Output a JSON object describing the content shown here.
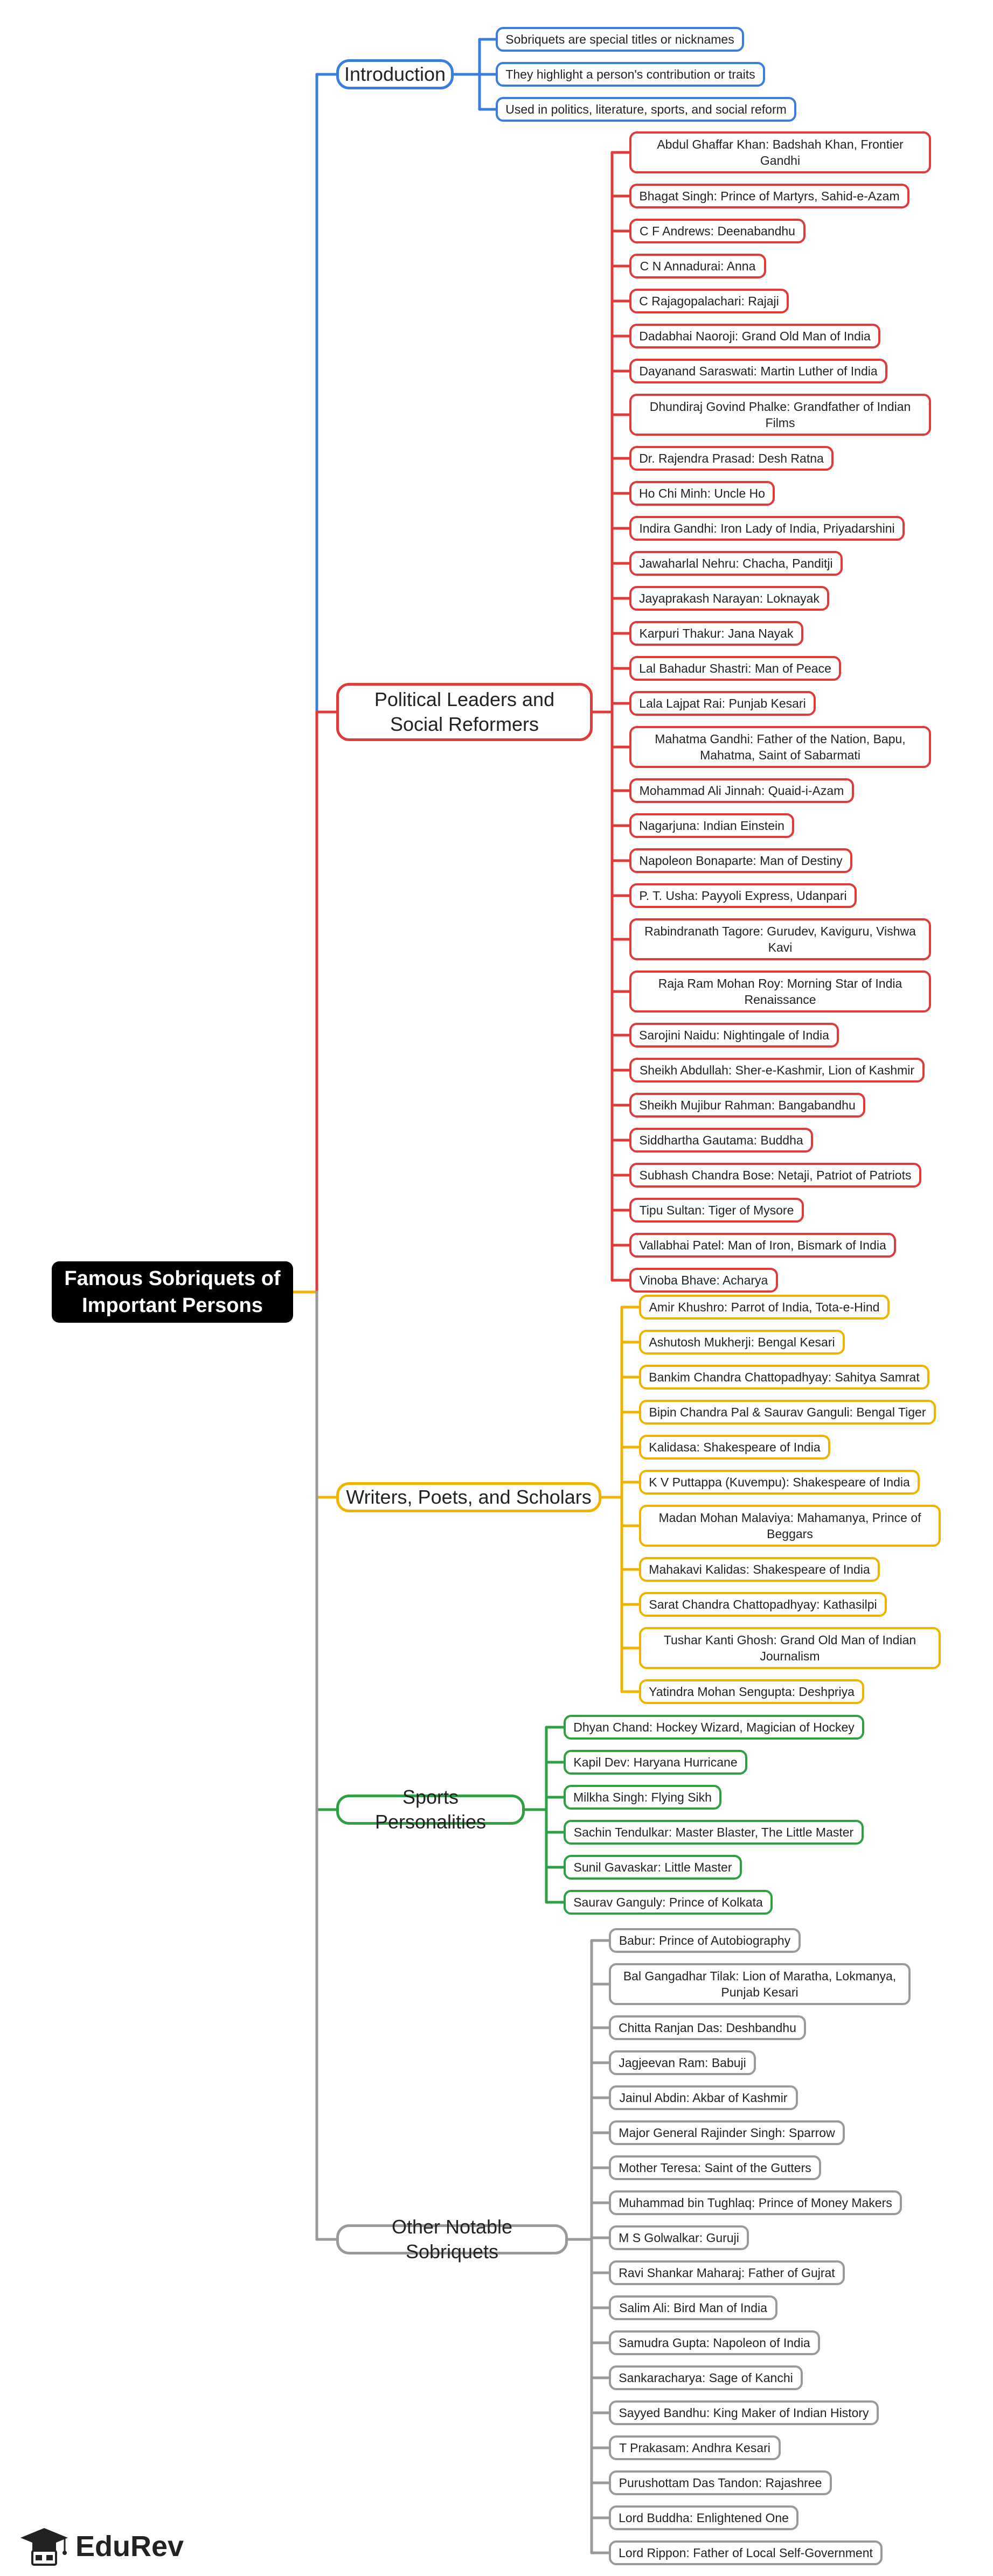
{
  "root": "Famous Sobriquets of Important Persons",
  "branches": [
    {
      "label": "Introduction",
      "color": "#3b7ddd",
      "items": [
        "Sobriquets are special titles or nicknames",
        "They highlight a person's contribution or traits",
        "Used in politics, literature, sports, and social reform"
      ]
    },
    {
      "label": "Political Leaders and Social Reformers",
      "color": "#e03a3a",
      "items": [
        "Abdul Ghaffar Khan: Badshah Khan, Frontier Gandhi",
        "Bhagat Singh: Prince of Martyrs, Sahid-e-Azam",
        "C F Andrews: Deenabandhu",
        "C N Annadurai: Anna",
        "C Rajagopalachari: Rajaji",
        "Dadabhai Naoroji: Grand Old Man of India",
        "Dayanand Saraswati: Martin Luther of India",
        "Dhundiraj Govind Phalke: Grandfather of Indian Films",
        "Dr. Rajendra Prasad: Desh Ratna",
        "Ho Chi Minh: Uncle Ho",
        "Indira Gandhi: Iron Lady of India, Priyadarshini",
        "Jawaharlal Nehru: Chacha, Panditji",
        "Jayaprakash Narayan: Loknayak",
        "Karpuri Thakur: Jana Nayak",
        "Lal Bahadur Shastri: Man of Peace",
        "Lala Lajpat Rai: Punjab Kesari",
        "Mahatma Gandhi: Father of the Nation, Bapu, Mahatma, Saint of Sabarmati",
        "Mohammad Ali Jinnah: Quaid-i-Azam",
        "Nagarjuna: Indian Einstein",
        "Napoleon Bonaparte: Man of Destiny",
        "P. T. Usha: Payyoli Express, Udanpari",
        "Rabindranath Tagore: Gurudev, Kaviguru, Vishwa Kavi",
        "Raja Ram Mohan Roy: Morning Star of India Renaissance",
        "Sarojini Naidu: Nightingale of India",
        "Sheikh Abdullah: Sher-e-Kashmir, Lion of Kashmir",
        "Sheikh Mujibur Rahman: Bangabandhu",
        "Siddhartha Gautama: Buddha",
        "Subhash Chandra Bose: Netaji, Patriot of Patriots",
        "Tipu Sultan: Tiger of Mysore",
        "Vallabhai Patel: Man of Iron, Bismark of India",
        "Vinoba Bhave: Acharya"
      ]
    },
    {
      "label": "Writers, Poets, and Scholars",
      "color": "#f0b400",
      "items": [
        "Amir Khushro: Parrot of India, Tota-e-Hind",
        "Ashutosh Mukherji: Bengal Kesari",
        "Bankim Chandra Chattopadhyay: Sahitya Samrat",
        "Bipin Chandra Pal & Saurav Ganguli: Bengal Tiger",
        "Kalidasa: Shakespeare of India",
        "K V Puttappa (Kuvempu): Shakespeare of India",
        "Madan Mohan Malaviya: Mahamanya, Prince of Beggars",
        "Mahakavi Kalidas: Shakespeare of India",
        "Sarat Chandra Chattopadhyay: Kathasilpi",
        "Tushar Kanti Ghosh: Grand Old Man of Indian Journalism",
        "Yatindra Mohan Sengupta: Deshpriya"
      ]
    },
    {
      "label": "Sports Personalities",
      "color": "#2ea043",
      "items": [
        "Dhyan Chand: Hockey Wizard, Magician of Hockey",
        "Kapil Dev: Haryana Hurricane",
        "Milkha Singh: Flying Sikh",
        "Sachin Tendulkar: Master Blaster, The Little Master",
        "Sunil Gavaskar: Little Master",
        "Saurav Ganguly: Prince of Kolkata"
      ]
    },
    {
      "label": "Other Notable Sobriquets",
      "color": "#9a9a9a",
      "items": [
        "Babur: Prince of Autobiography",
        "Bal Gangadhar Tilak: Lion of Maratha, Lokmanya, Punjab Kesari",
        "Chitta Ranjan Das: Deshbandhu",
        "Jagjeevan Ram: Babuji",
        "Jainul Abdin: Akbar of Kashmir",
        "Major General Rajinder Singh: Sparrow",
        "Mother Teresa: Saint of the Gutters",
        "Muhammad bin Tughlaq: Prince of Money Makers",
        "M S Golwalkar: Guruji",
        "Ravi Shankar Maharaj: Father of Gujrat",
        "Salim Ali: Bird Man of India",
        "Samudra Gupta: Napoleon of India",
        "Sankaracharya: Sage of Kanchi",
        "Sayyed Bandhu: King Maker of Indian History",
        "T Prakasam: Andhra Kesari",
        "Purushottam Das Tandon: Rajashree",
        "Lord Buddha: Enlightened One",
        "Lord Rippon: Father of Local Self-Government"
      ]
    }
  ],
  "logo": {
    "text": "EduRev",
    "icon": "graduation-cap-icon"
  }
}
